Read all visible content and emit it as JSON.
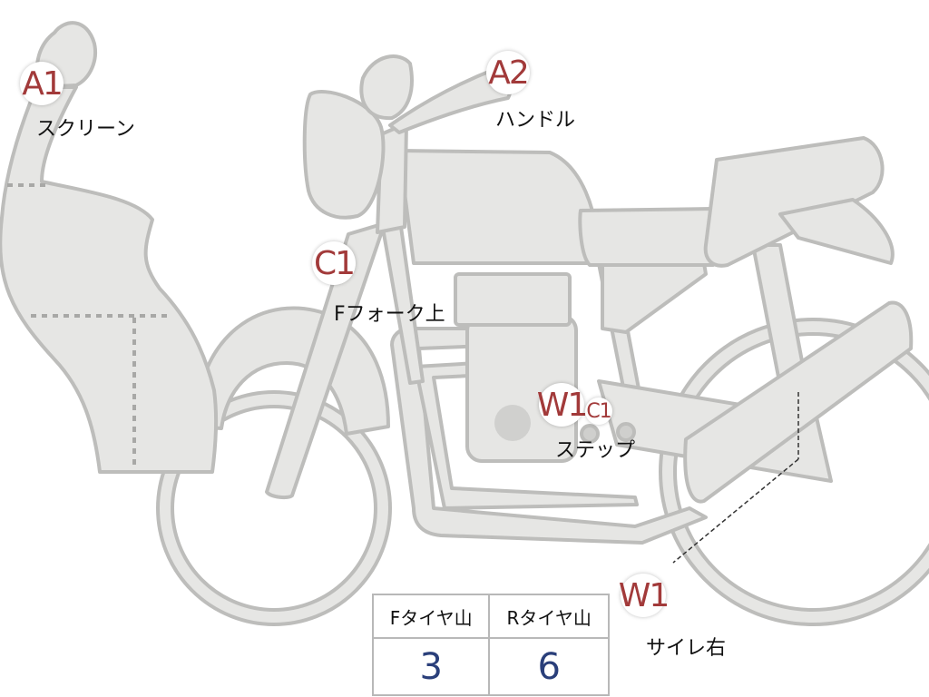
{
  "markers": {
    "a1": {
      "code": "A1",
      "label": "スクリーン"
    },
    "a2": {
      "code": "A2",
      "label": "ハンドル"
    },
    "c1_fork": {
      "code": "C1",
      "label": "Fフォーク上"
    },
    "w1_step": {
      "code": "W1",
      "sub_code": "C1",
      "label": "ステップ"
    },
    "w1_muffler": {
      "code": "W1",
      "label": "サイレ右"
    }
  },
  "tire_table": {
    "headers": [
      "Fタイヤ山",
      "Rタイヤ山"
    ],
    "values": [
      "3",
      "6"
    ]
  },
  "colors": {
    "body_fill": "#e6e6e4",
    "outline": "#bdbdbb",
    "badge_text": "#a23a3a",
    "value_text": "#2a3f7a"
  }
}
